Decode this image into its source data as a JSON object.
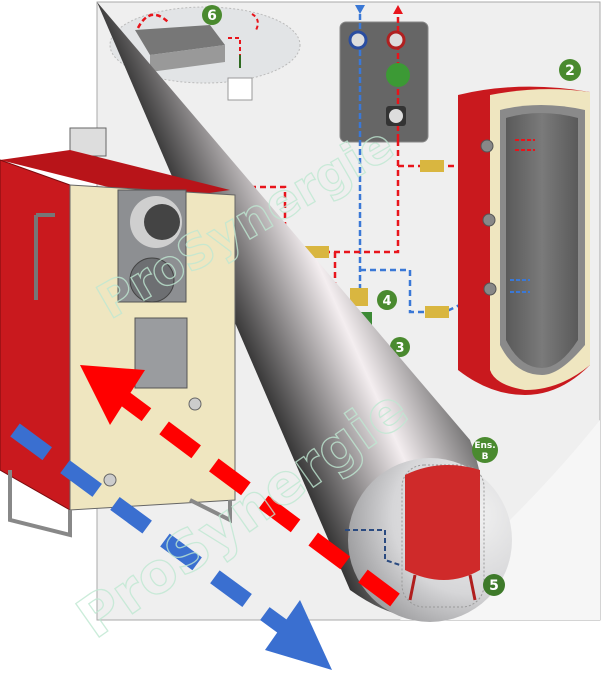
{
  "diagram": {
    "badges": {
      "storage_tank": "2",
      "pump_group_bottom": "3",
      "mixing_valve": "4",
      "expansion_vessel": "5",
      "safety_unit": "6",
      "assembly": "Ens.\nB",
      "assembly_line1": "Ens.",
      "assembly_line2": "B"
    },
    "watermark": "ProSynergie",
    "colors": {
      "hot": "#e8141b",
      "cold": "#3a78d6",
      "badge": "#4a8a2f",
      "boiler_red": "#c9191e",
      "boiler_front": "#efe6c0",
      "panel_bg": "#eeeeee"
    }
  }
}
